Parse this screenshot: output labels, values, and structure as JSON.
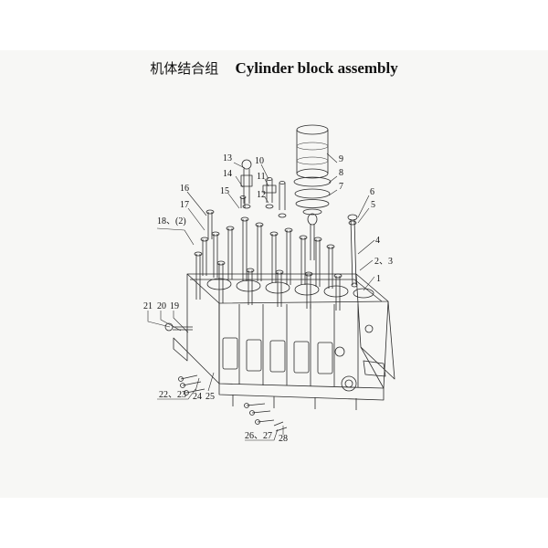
{
  "title": {
    "chinese": "机体结合组",
    "english": "Cylinder block assembly"
  },
  "callouts": [
    {
      "id": "c1",
      "text": "1"
    },
    {
      "id": "c2_3",
      "text": "2、3"
    },
    {
      "id": "c4",
      "text": "4"
    },
    {
      "id": "c5",
      "text": "5"
    },
    {
      "id": "c6",
      "text": "6"
    },
    {
      "id": "c7",
      "text": "7"
    },
    {
      "id": "c8",
      "text": "8"
    },
    {
      "id": "c9",
      "text": "9"
    },
    {
      "id": "c10",
      "text": "10"
    },
    {
      "id": "c11",
      "text": "11"
    },
    {
      "id": "c12",
      "text": "12"
    },
    {
      "id": "c13",
      "text": "13"
    },
    {
      "id": "c14",
      "text": "14"
    },
    {
      "id": "c15",
      "text": "15"
    },
    {
      "id": "c16",
      "text": "16"
    },
    {
      "id": "c17",
      "text": "17"
    },
    {
      "id": "c18",
      "text": "18、(2)"
    },
    {
      "id": "c21",
      "text": "21"
    },
    {
      "id": "c20",
      "text": "20"
    },
    {
      "id": "c19",
      "text": "19"
    },
    {
      "id": "c22_23",
      "text": "22、23"
    },
    {
      "id": "c24",
      "text": "24"
    },
    {
      "id": "c25",
      "text": "25"
    },
    {
      "id": "c26_27",
      "text": "26、27"
    },
    {
      "id": "c28",
      "text": "28"
    }
  ],
  "colors": {
    "line": "#2a2a2a",
    "paper": "#f7f7f5",
    "background": "#ffffff"
  }
}
